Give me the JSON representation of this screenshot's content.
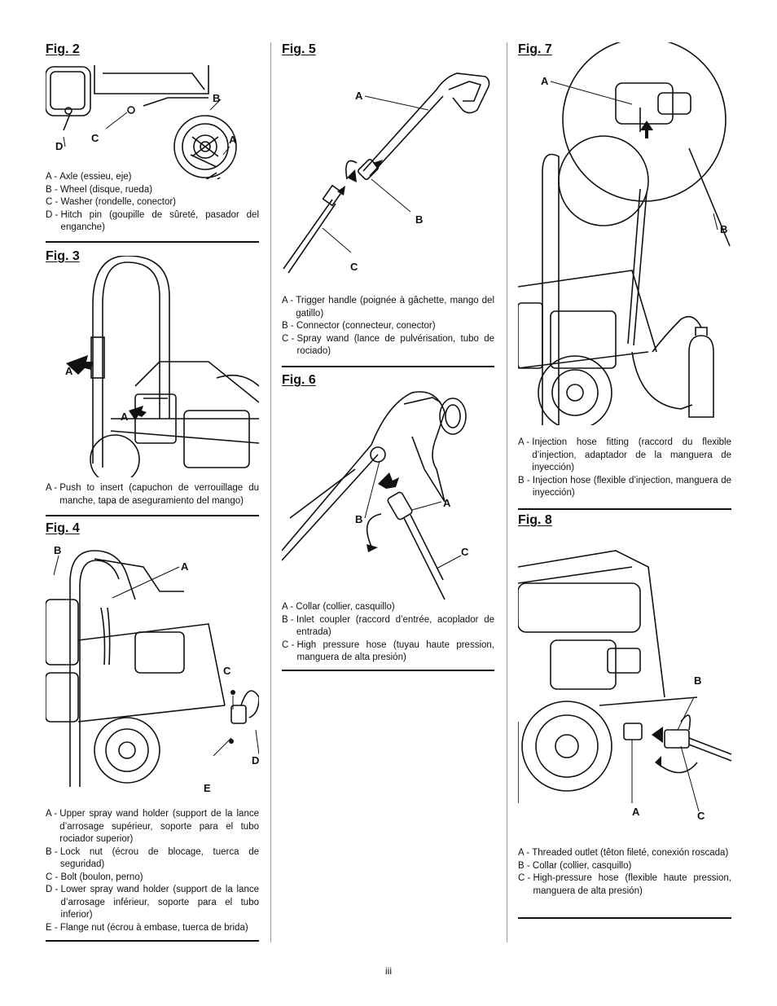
{
  "page_number": "iii",
  "figures": {
    "fig2": {
      "title": "Fig. 2",
      "labels": {
        "a": "A",
        "b": "B",
        "c": "C",
        "d": "D"
      },
      "legend": [
        {
          "key": "A -",
          "text": "Axle (essieu, eje)"
        },
        {
          "key": "B -",
          "text": "Wheel (disque, rueda)"
        },
        {
          "key": "C -",
          "text": "Washer (rondelle, conector)"
        },
        {
          "key": "D -",
          "text": "Hitch pin (goupille de sûreté, pasador del enganche)"
        }
      ]
    },
    "fig3": {
      "title": "Fig. 3",
      "labels": {
        "a1": "A",
        "a2": "A"
      },
      "legend": [
        {
          "key": "A -",
          "text": "Push to insert (capuchon de verrouillage du manche, tapa de aseguramiento del mango)"
        }
      ]
    },
    "fig4": {
      "title": "Fig. 4",
      "labels": {
        "a": "A",
        "b": "B",
        "c": "C",
        "d": "D",
        "e": "E"
      },
      "legend": [
        {
          "key": "A -",
          "text": "Upper spray wand holder (support de la lance d’arrosage supérieur, soporte para el tubo rociador superior)"
        },
        {
          "key": "B -",
          "text": "Lock nut (écrou de blocage, tuerca de seguridad)"
        },
        {
          "key": "C -",
          "text": "Bolt (boulon, perno)"
        },
        {
          "key": "D -",
          "text": "Lower spray wand holder (support de la lance d’arrosage inférieur, soporte para el tubo inferior)"
        },
        {
          "key": "E -",
          "text": "Flange nut (écrou à embase, tuerca de brida)"
        }
      ]
    },
    "fig5": {
      "title": "Fig. 5",
      "labels": {
        "a": "A",
        "b": "B",
        "c": "C"
      },
      "legend": [
        {
          "key": "A -",
          "text": "Trigger handle (poignée à gâchette, mango del gatillo)"
        },
        {
          "key": "B -",
          "text": "Connector (connecteur, conector)"
        },
        {
          "key": "C -",
          "text": "Spray wand (lance de pulvérisation, tubo de rociado)"
        }
      ]
    },
    "fig6": {
      "title": "Fig. 6",
      "labels": {
        "a": "A",
        "b": "B",
        "c": "C"
      },
      "legend": [
        {
          "key": "A -",
          "text": "Collar (collier, casquillo)"
        },
        {
          "key": "B -",
          "text": "Inlet coupler (raccord d’entrée, acoplador de entrada)"
        },
        {
          "key": "C -",
          "text": "High pressure hose (tuyau haute pression, manguera de alta presión)"
        }
      ]
    },
    "fig7": {
      "title": "Fig. 7",
      "labels": {
        "a": "A",
        "b": "B"
      },
      "legend": [
        {
          "key": "A -",
          "text": "Injection hose fitting (raccord du flexible d’injection, adaptador de la manguera de inyección)"
        },
        {
          "key": "B -",
          "text": "Injection hose (flexible d’injection, manguera de inyección)"
        }
      ]
    },
    "fig8": {
      "title": "Fig. 8",
      "labels": {
        "a": "A",
        "b": "B",
        "c": "C"
      },
      "legend": [
        {
          "key": "A -",
          "text": "Threaded outlet (têton fileté, conexión roscada)"
        },
        {
          "key": "B -",
          "text": "Collar (collier, casquillo)"
        },
        {
          "key": "C -",
          "text": "High-pressure hose (flexible haute pression, manguera de alta presión)"
        }
      ]
    }
  }
}
